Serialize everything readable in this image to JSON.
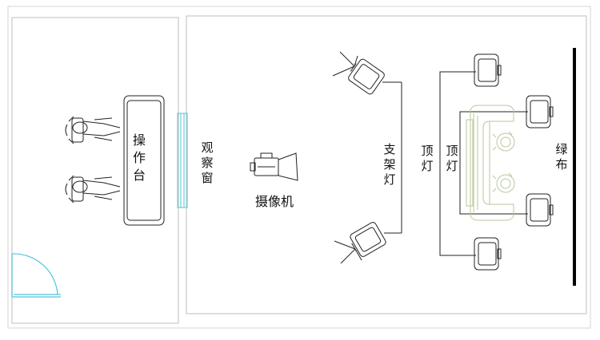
{
  "labels": {
    "console": "操\n作\n台",
    "observation_window": "观\n察\n窗",
    "camera": "摄像机",
    "stand_light": "支\n架\n灯",
    "top_light_1": "顶\n灯",
    "top_light_2": "顶\n灯",
    "green_screen": "绿\n布"
  },
  "colors": {
    "wall": "#c8c8c8",
    "line": "#222222",
    "window": "#4fc3d9",
    "door": "#4fc3d9",
    "sofa": "#b9c79a",
    "green_screen_bar": "#000000"
  }
}
